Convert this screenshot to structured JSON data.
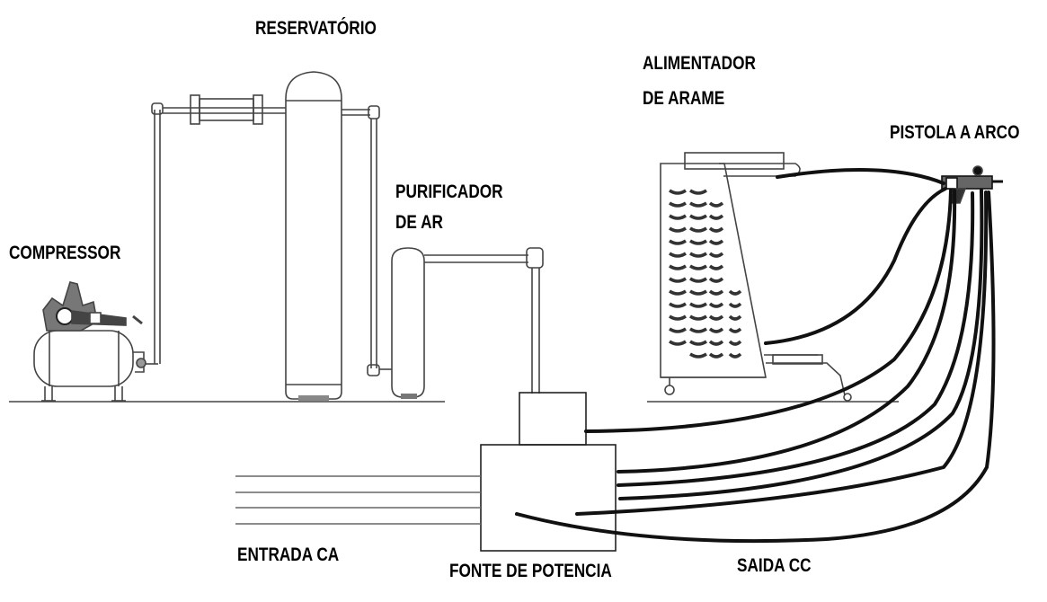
{
  "labels": {
    "reservatorio": "RESERVATÓRIO",
    "compressor": "COMPRESSOR",
    "purificador_line1": "PURIFICADOR",
    "purificador_line2": "DE AR",
    "alimentador_line1": "ALIMENTADOR",
    "alimentador_line2": "DE ARAME",
    "pistola": "PISTOLA A ARCO",
    "entrada": "ENTRADA CA",
    "fonte": "FONTE DE POTENCIA",
    "saida": "SAIDA CC"
  },
  "components": {
    "compressor": "compressor",
    "reservoir": "air-reservoir-tank",
    "purifier": "air-purifier",
    "wire_feeder": "wire-feeder",
    "arc_gun": "arc-spray-gun",
    "power_source": "power-source"
  },
  "colors": {
    "line": "#000000",
    "pipe": "#555555",
    "background": "#ffffff"
  }
}
